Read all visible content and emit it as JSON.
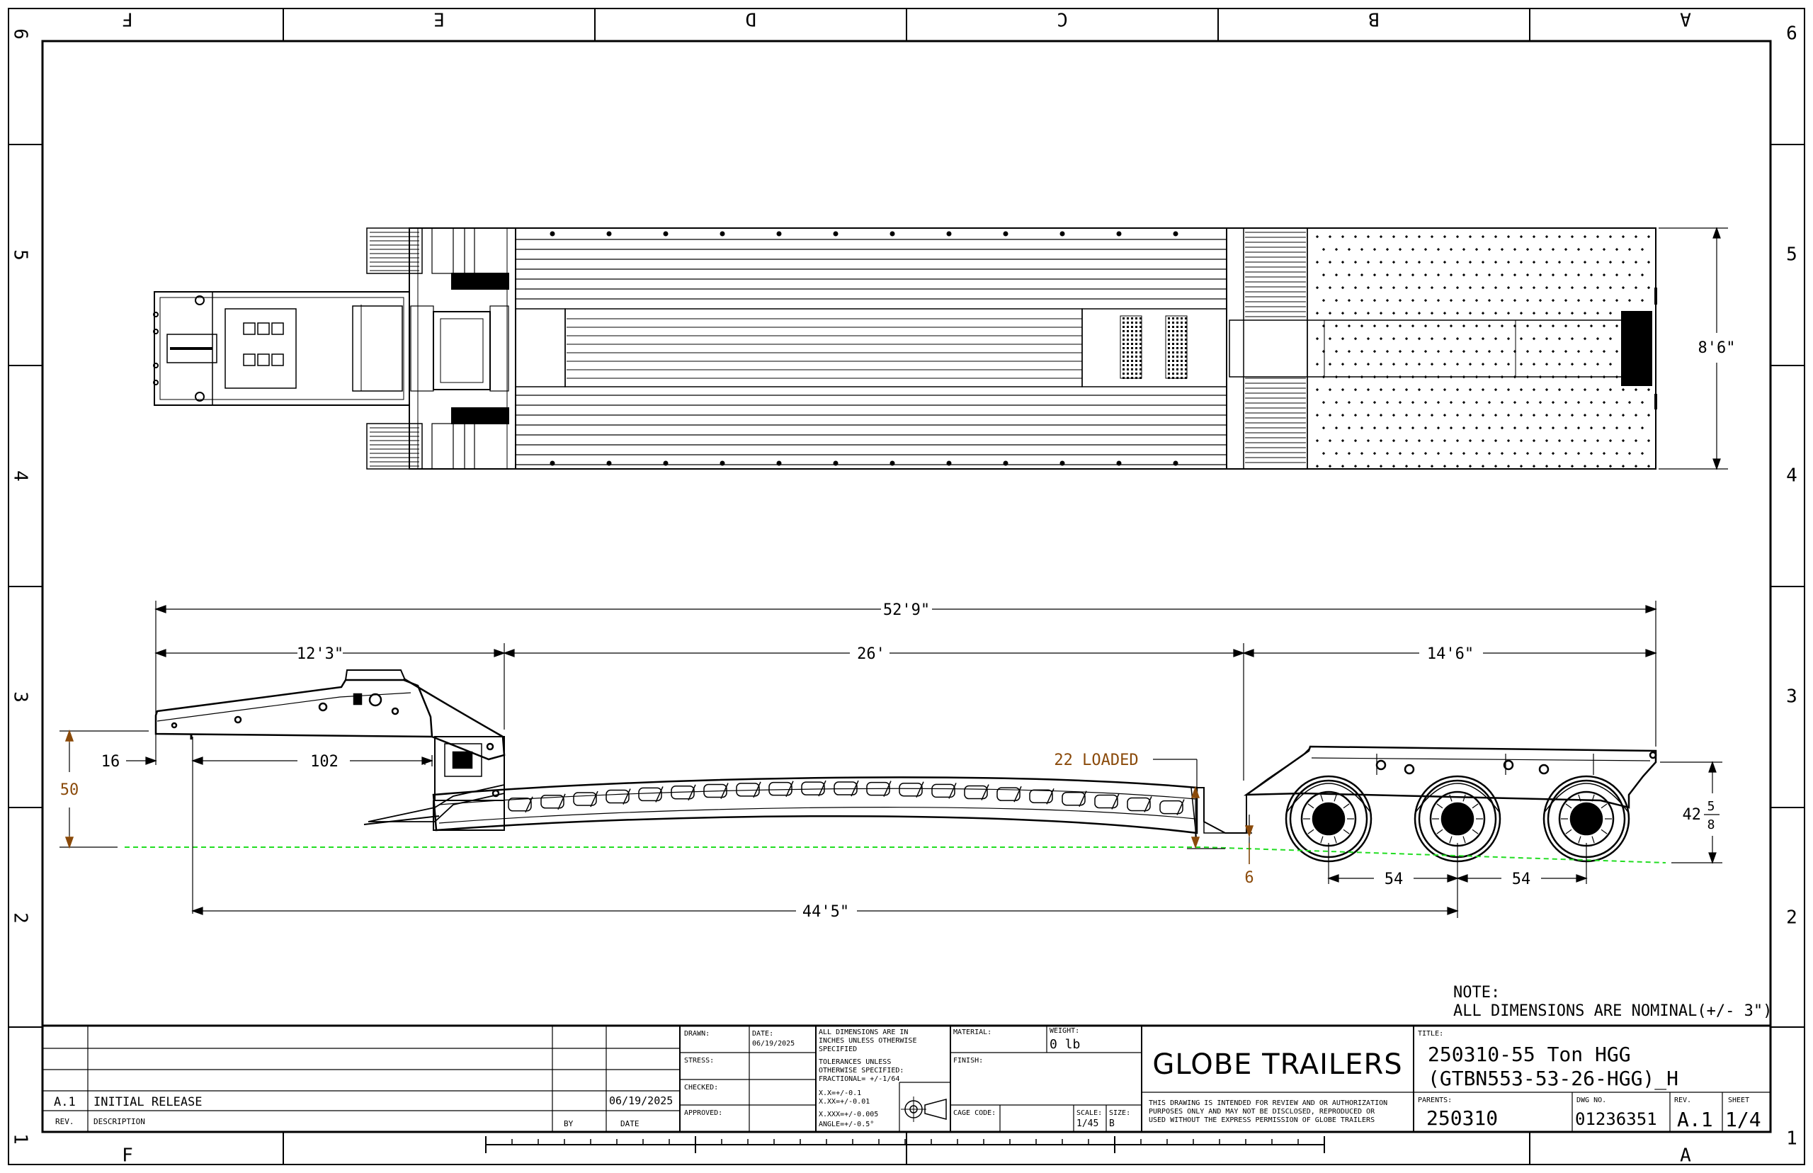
{
  "border": {
    "cols_top": [
      "F",
      "E",
      "D",
      "C",
      "B",
      "A"
    ],
    "cols_bottom": [
      "F",
      "A"
    ],
    "rows": [
      "6",
      "5",
      "4",
      "3",
      "2",
      "1"
    ]
  },
  "dimensions": {
    "overall_length": "52'9\"",
    "gooseneck_length": "12'3\"",
    "deck_length": "26'",
    "rear_length": "14'6\"",
    "width": "8'6\"",
    "kingpin_offset": "16",
    "gooseneck_inner": "102",
    "fifth_wheel_height": "50",
    "loaded_deck_height": "22 LOADED",
    "ground_clearance": "6",
    "axle_spacing_1": "54",
    "axle_spacing_2": "54",
    "kingpin_to_axle": "44'5\"",
    "rear_height_whole": "42",
    "rear_height_num": "5",
    "rear_height_den": "8"
  },
  "note": {
    "title": "NOTE:",
    "body": "ALL DIMENSIONS ARE NOMINAL(+/- 3\")"
  },
  "revision_table": {
    "rev_value": "A.1",
    "description_value": "INITIAL RELEASE",
    "date_value": "06/19/2025",
    "rev_header": "REV.",
    "description_header": "DESCRIPTION",
    "by_header": "BY",
    "date_header": "DATE"
  },
  "approvals": {
    "drawn_label": "DRAWN:",
    "date_label": "DATE:",
    "date_value": "06/19/2025",
    "stress_label": "STRESS:",
    "checked_label": "CHECKED:",
    "approved_label": "APPROVED:"
  },
  "tolerances": {
    "line1": "ALL DIMENSIONS ARE IN",
    "line2": "INCHES UNLESS OTHERWISE",
    "line3": "SPECIFIED",
    "line4": "TOLERANCES UNLESS",
    "line5": "OTHERWISE SPECIFIED:",
    "line6": "FRACTIONAL= +/-1/64",
    "line7": "X.X=+/-0.1",
    "line8": "X.XX=+/-0.01",
    "line9": "X.XXX=+/-0.005",
    "line10": "ANGLE=+/-0.5°"
  },
  "material_block": {
    "material_label": "MATERIAL:",
    "weight_label": "WEIGHT:",
    "weight_value": "0 lb",
    "finish_label": "FINISH:",
    "cage_label": "CAGE CODE:",
    "scale_label": "SCALE:",
    "scale_value": "1/45",
    "size_label": "SIZE:",
    "size_value": "B"
  },
  "company": {
    "name": "GLOBE TRAILERS",
    "disclaimer_1": "THIS DRAWING IS INTENDED FOR REVIEW AND OR AUTHORIZATION",
    "disclaimer_2": "PURPOSES ONLY AND MAY NOT BE DISCLOSED, REPRODUCED OR",
    "disclaimer_3": "USED WITHOUT THE EXPRESS PERMISSION OF GLOBE TRAILERS"
  },
  "title_block": {
    "title_label": "TITLE:",
    "title_line1": "250310-55 Ton HGG",
    "title_line2": "(GTBN553-53-26-HGG)_H",
    "parents_label": "PARENTS:",
    "parents_value": "250310",
    "dwg_label": "DWG NO.",
    "dwg_value": "01236351",
    "rev_label": "REV.",
    "rev_value": "A.1",
    "sheet_label": "SHEET",
    "sheet_value": "1/4"
  },
  "colors": {
    "line": "#000000",
    "ground_line": "#22dd22",
    "annotation": "#8a4a0a"
  }
}
